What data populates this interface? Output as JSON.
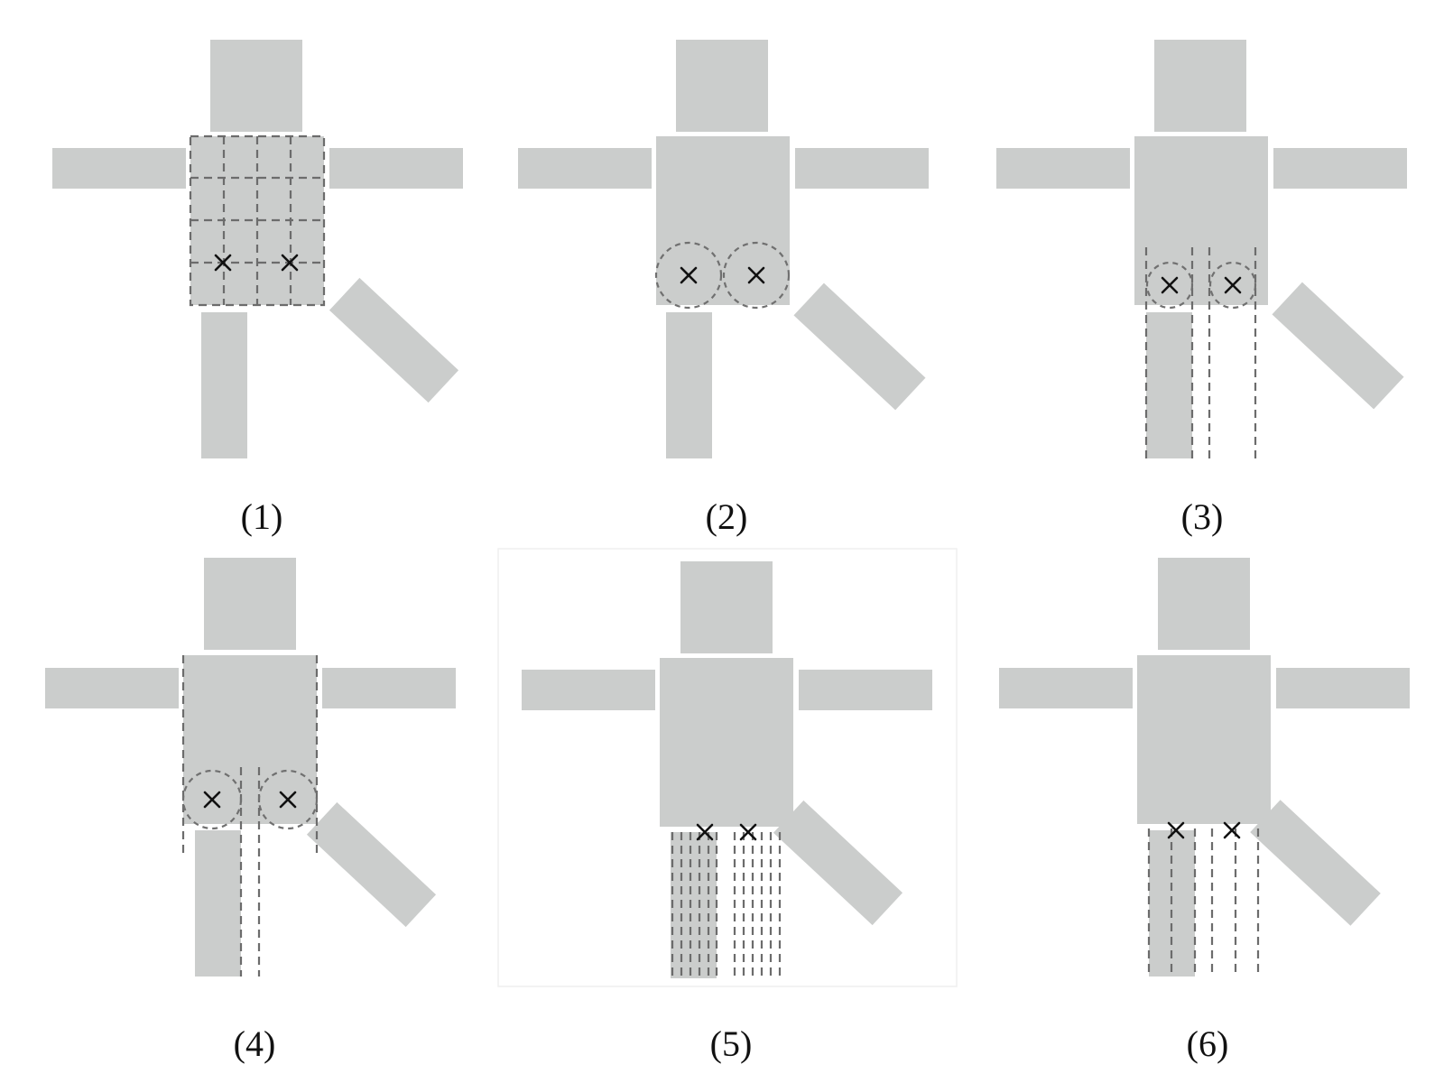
{
  "figure": {
    "panels": [
      {
        "label": "(1)"
      },
      {
        "label": "(2)"
      },
      {
        "label": "(3)"
      },
      {
        "label": "(4)"
      },
      {
        "label": "(5)"
      },
      {
        "label": "(6)"
      }
    ]
  },
  "colors": {
    "body_part": "#cbcdcc",
    "guide_line": "#6c6c6c",
    "marker": "#111111"
  },
  "icons": {
    "joint_marker": "cross-icon"
  }
}
